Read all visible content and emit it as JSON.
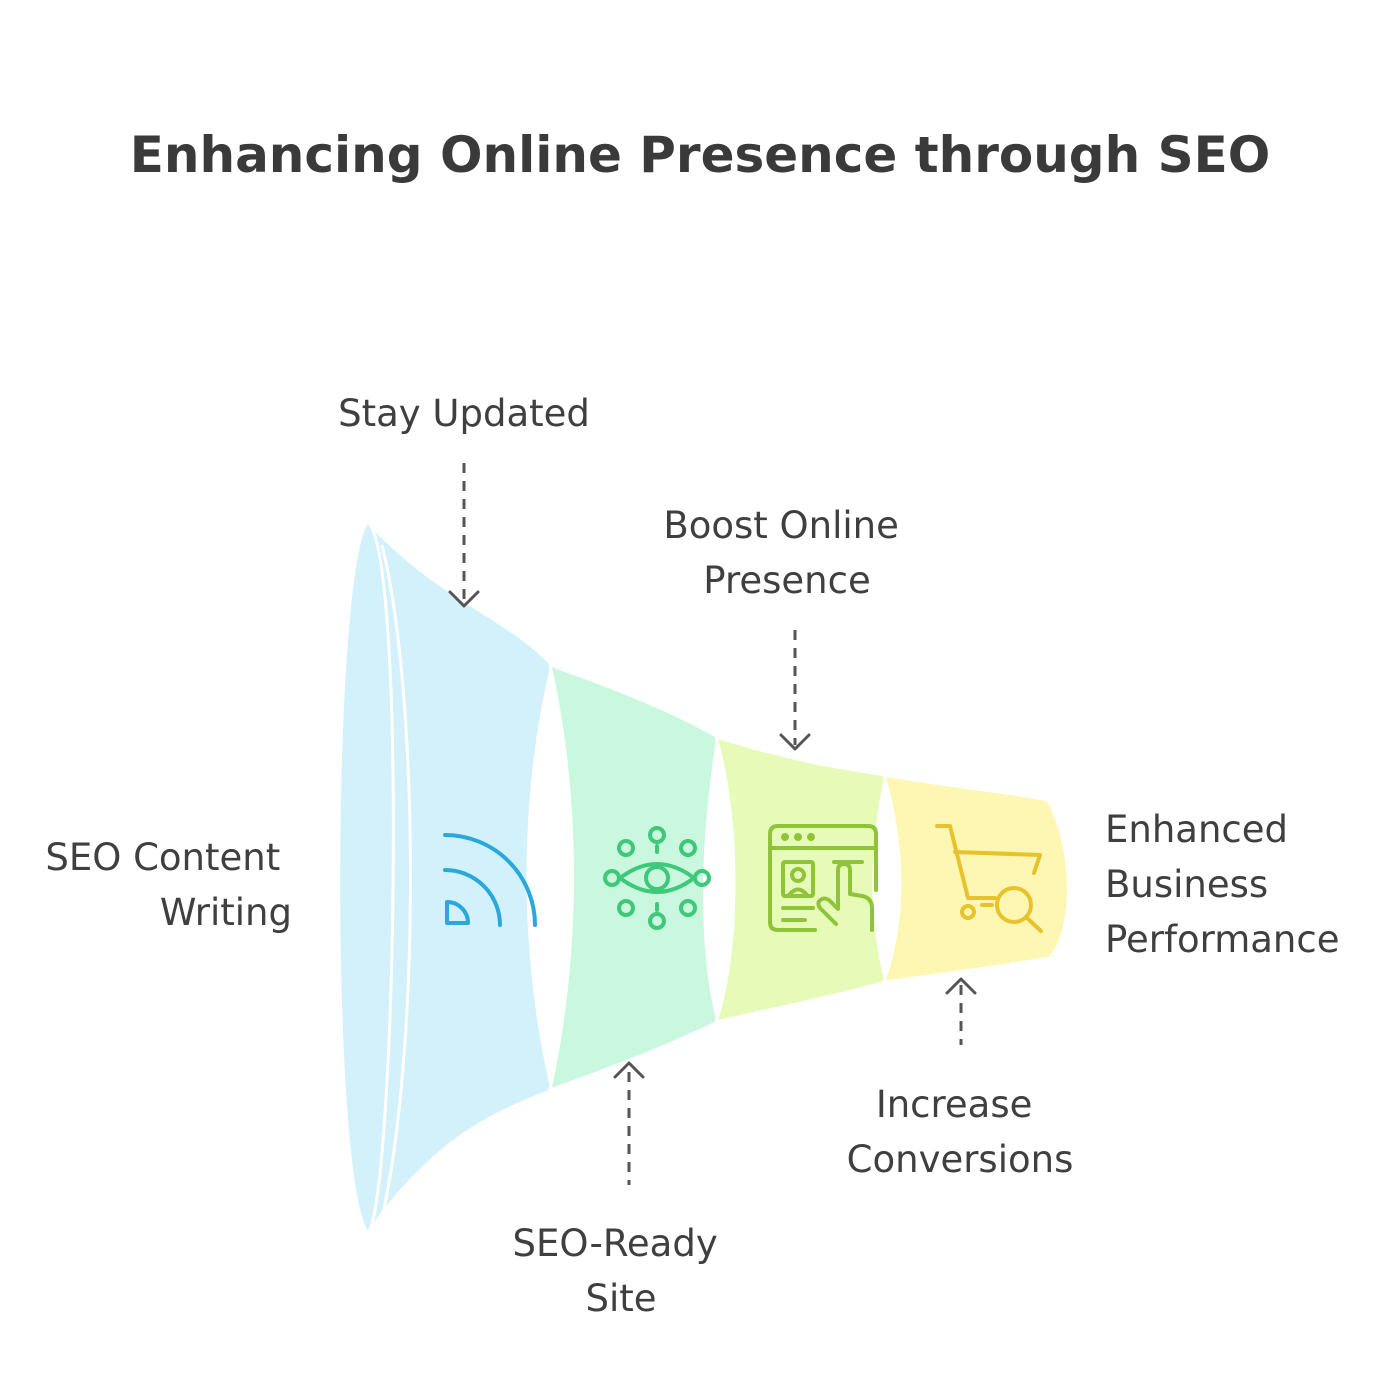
{
  "title": "Enhancing Online Presence through SEO",
  "start_label": [
    "SEO Content",
    "Writing"
  ],
  "end_label": [
    "Enhanced",
    "Business",
    "Performance"
  ],
  "stage_labels": {
    "stay_updated": [
      "Stay Updated"
    ],
    "seo_ready": [
      "SEO-Ready",
      "Site"
    ],
    "boost_presence": [
      "Boost Online",
      "Presence"
    ],
    "increase_conversions": [
      "Increase",
      "Conversions"
    ]
  },
  "stages": [
    {
      "icon": "rss-feed-icon",
      "color": "#2ba8db",
      "fill": "#d3f1fb"
    },
    {
      "icon": "eye-network-icon",
      "color": "#3ec97a",
      "fill": "#c9f8df"
    },
    {
      "icon": "web-profile-touch-icon",
      "color": "#8fc43a",
      "fill": "#e6fbb8"
    },
    {
      "icon": "cart-search-icon",
      "color": "#e8c22b",
      "fill": "#fdf7b3"
    }
  ]
}
